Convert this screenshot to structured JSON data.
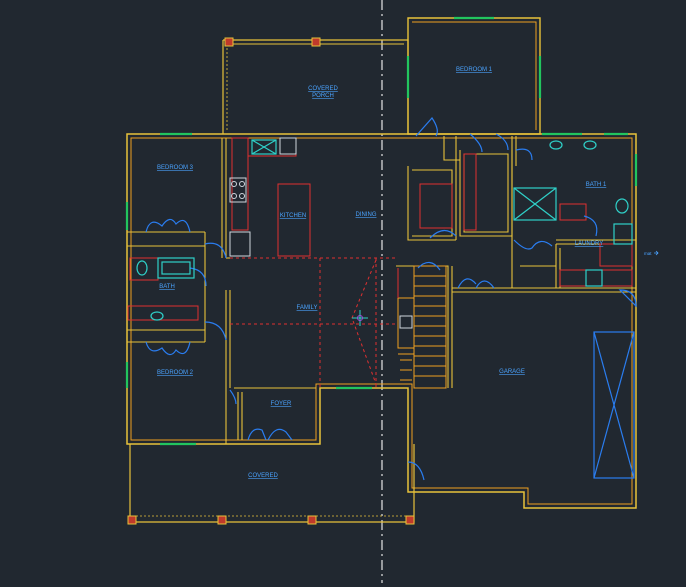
{
  "viewport": {
    "background": "#212830",
    "rooms": {
      "bedroom_1": "BEDROOM 1",
      "bedroom_3": "BEDROOM 3",
      "covered_porch_line1": "COVERED",
      "covered_porch_line2": "PORCH",
      "kitchen": "KITCHEN",
      "dining": "DINING",
      "bath_1": "BATH 1",
      "laundry": "LAUNDRY",
      "bath": "BATH",
      "family": "FAMILY",
      "bedroom_2": "BEDROOM 2",
      "garage": "GARAGE",
      "foyer": "FOYER",
      "covered": "COVERED"
    },
    "side_note": "mat",
    "colors": {
      "wall": "#e8c23a",
      "wall_inner": "#f0a020",
      "door": "#2a7df0",
      "window": "#22c55e",
      "hidden_line": "#e03030",
      "fixture": "#2fd0c8",
      "label": "#4aa3ff",
      "column_fill": "#c03a2b",
      "center_axis": "#e6e6e6"
    }
  }
}
